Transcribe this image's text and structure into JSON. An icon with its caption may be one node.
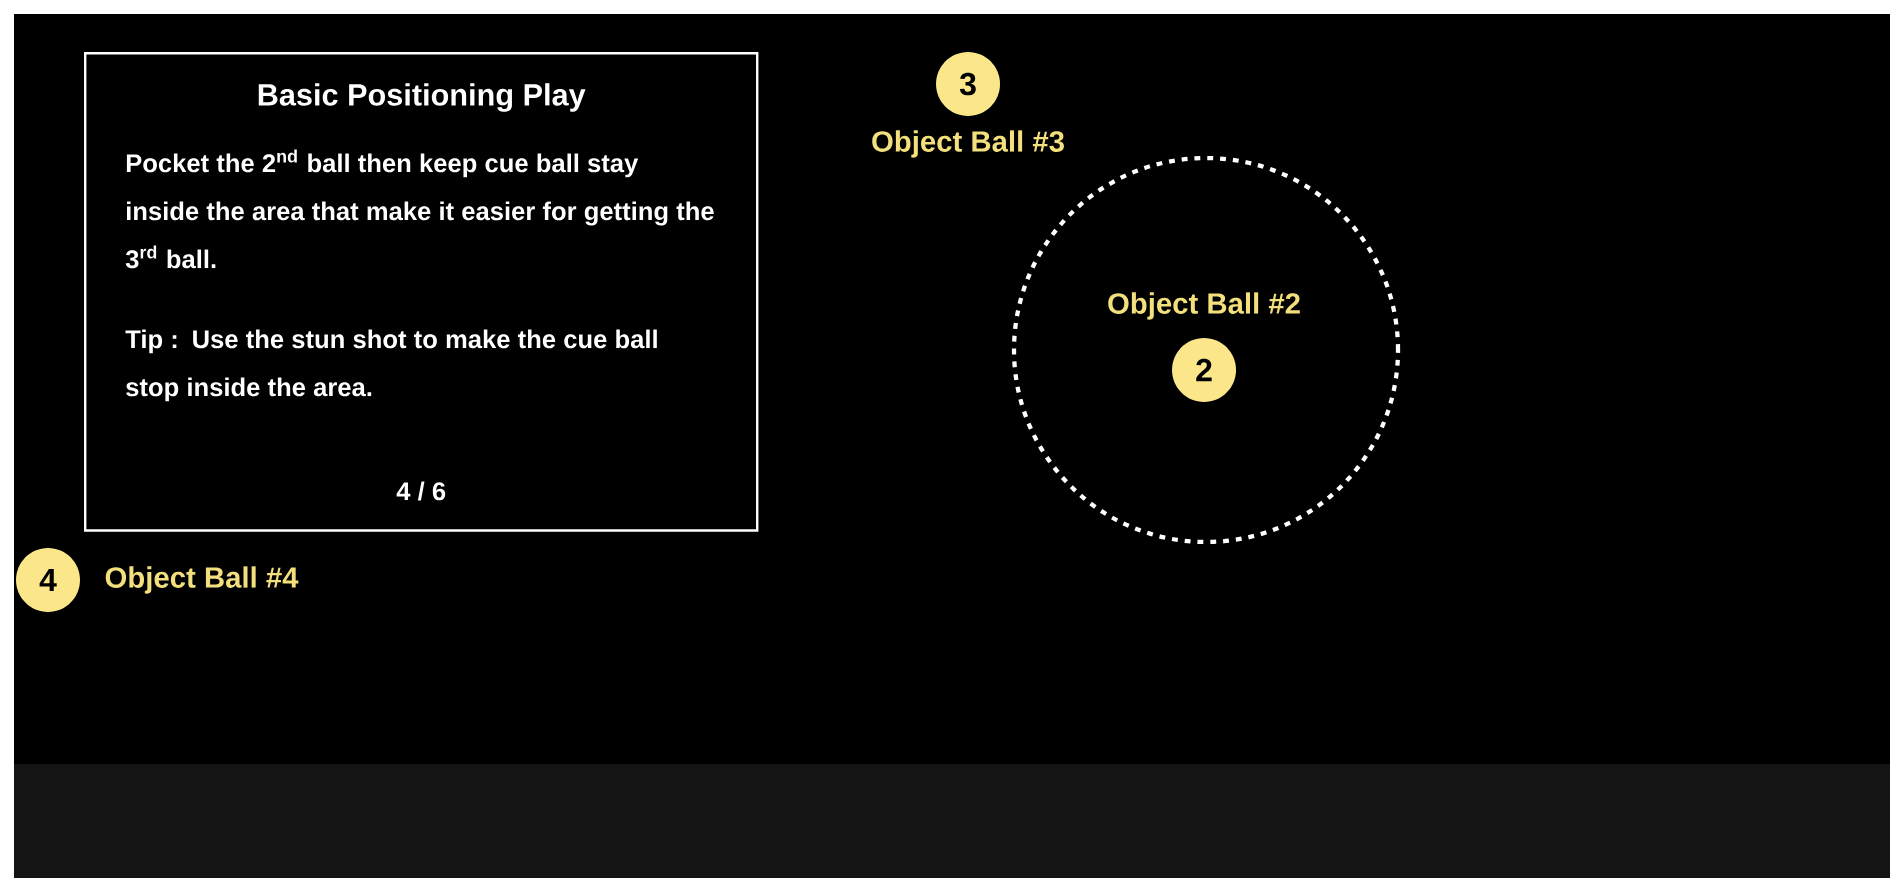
{
  "diagram": {
    "nodes": [
      {
        "text": [
          "Basic Positioning Play",
          "Pocket the 2$^{nd}$ ball then keep cue ball stay inside the area that make it easier for getting the 3$^{rd}$ ball.",
          "Tip : Use the stun shot to make the cue ball stop inside the area.",
          "4 / 6"
        ]
      },
      {
        "text": [
          "3"
        ],
        "beside": [
          "Object Ball #3"
        ]
      },
      {
        "text": [],
        "shape": "circle"
      },
      {
        "text": [
          "2"
        ],
        "beside": [
          "Object Ball #2"
        ],
        "in": 2
      },
      {
        "text": [
          "4"
        ],
        "beside": [
          "Object Ball #4"
        ]
      }
    ]
  }
}
